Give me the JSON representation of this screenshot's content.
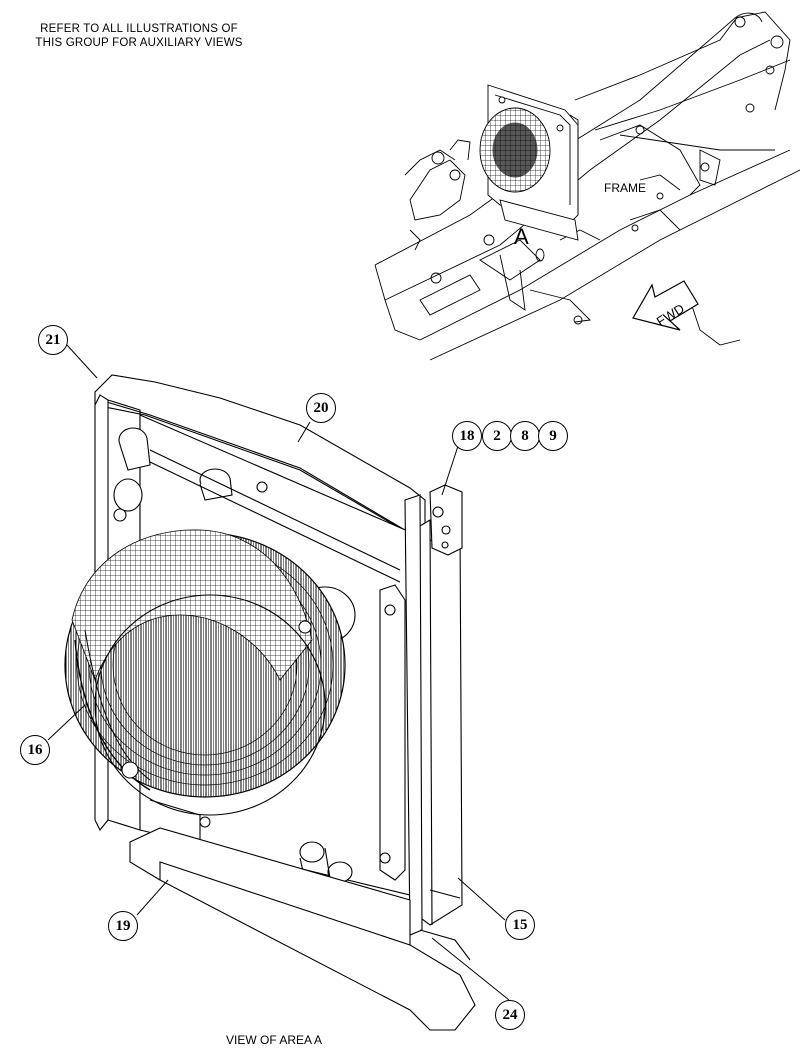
{
  "note": {
    "line1": "REFER TO ALL ILLUSTRATIONS OF",
    "line2": "THIS GROUP FOR AUXILIARY VIEWS"
  },
  "labels": {
    "frame": "FRAME",
    "area": "A",
    "fwd": "FWD",
    "view": "VIEW OF AREA A"
  },
  "callouts": {
    "c21": "21",
    "c20": "20",
    "c18": "18",
    "c2": "2",
    "c8": "8",
    "c9": "9",
    "c16": "16",
    "c19": "19",
    "c15": "15",
    "c24": "24"
  }
}
